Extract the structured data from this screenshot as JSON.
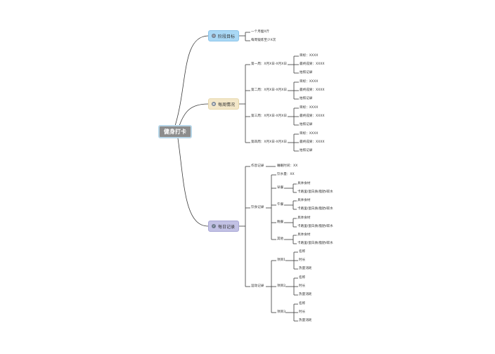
{
  "root": "健身打卡",
  "branches": [
    {
      "label": "阶段目标",
      "icon": "target-icon",
      "color": "#a9d8f5"
    },
    {
      "label": "每周情况",
      "icon": "calendar-icon",
      "color": "#f3e7c9"
    },
    {
      "label": "每日记录",
      "icon": "check-icon",
      "color": "#c2c1e4"
    }
  ],
  "goals": [
    "一个月瘦X斤",
    "每周锻炼至少X次"
  ],
  "weekly": {
    "weeks": [
      "第一周：X月X日-X月X日",
      "第二周：X月X日-X月X日",
      "第三周：X月X日-X月X日",
      "第四周：X月X日-X月X日"
    ],
    "items": [
      "目标：XXXX",
      "最终成果：XXXX",
      "拍照记录"
    ]
  },
  "daily": {
    "sleep": {
      "label": "作息记录",
      "child": "睡眠时间：XX"
    },
    "diet": {
      "label": "饮食记录",
      "water": "饮水量：XX",
      "meals": [
        "早餐",
        "午餐",
        "晚餐",
        "其他"
      ],
      "meal_items": [
        "具体食材",
        "卡路里/蛋白质/脂肪/碳水"
      ]
    },
    "exercise": {
      "label": "运动记录",
      "projects": [
        "项目1",
        "项目2",
        "项目3"
      ],
      "project_items": [
        "名称",
        "时长",
        "热量消耗"
      ]
    }
  }
}
